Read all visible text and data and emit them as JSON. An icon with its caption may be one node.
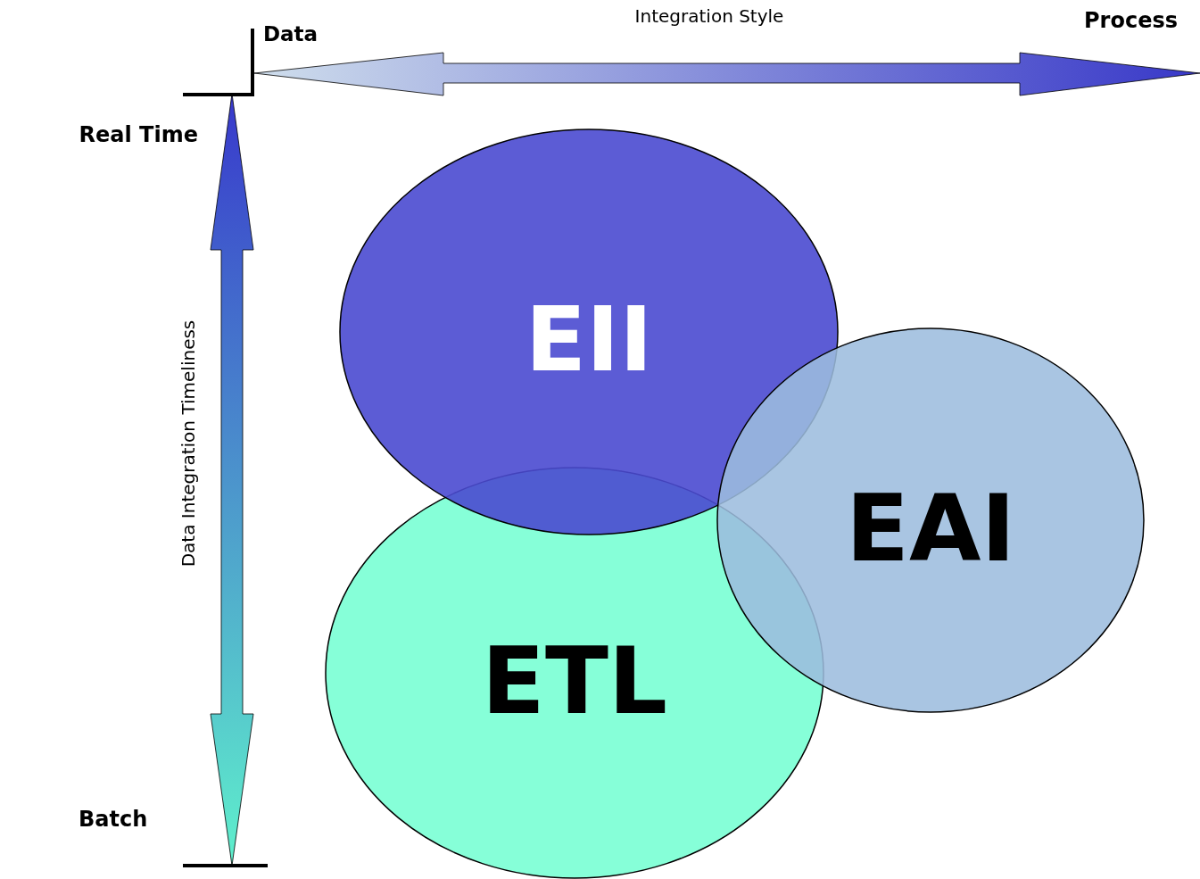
{
  "diagram": {
    "nodes": [
      {
        "text": [
          "EII"
        ]
      },
      {
        "text": [
          "EAI"
        ]
      },
      {
        "text": [
          "ETL"
        ]
      }
    ],
    "edges": [],
    "labels": [
      "Integration Style",
      "Data",
      "Process",
      "Real Time",
      "Data Integration Timeliness",
      "Batch"
    ]
  }
}
